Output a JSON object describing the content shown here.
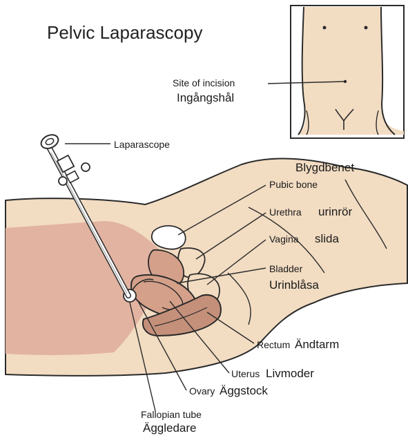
{
  "title": "Pelvic Laparascopy",
  "labels": {
    "incision_en": "Site of incision",
    "incision_sv": "Ingångshål",
    "laparascope": "Laparascope",
    "pubic_sv": "Blygdbenet",
    "pubic_en": "Pubic bone",
    "urethra_en": "Urethra",
    "urethra_sv": "urinrör",
    "vagina_en": "Vagina",
    "vagina_sv": "slida",
    "bladder_en": "Bladder",
    "bladder_sv": "Urinblåsa",
    "rectum_en": "Rectum",
    "rectum_sv": "Ändtarm",
    "uterus_en": "Uterus",
    "uterus_sv": "Livmoder",
    "ovary_en": "Ovary",
    "ovary_sv": "Äggstock",
    "fallopian_en": "Fallopian tube",
    "fallopian_sv": "Äggledare"
  },
  "colors": {
    "skin": "#f2dcc2",
    "cavity": "#e2b3a1",
    "organ": "#d4a089",
    "organ_dark": "#c4907a",
    "outline": "#2a2a2a"
  }
}
